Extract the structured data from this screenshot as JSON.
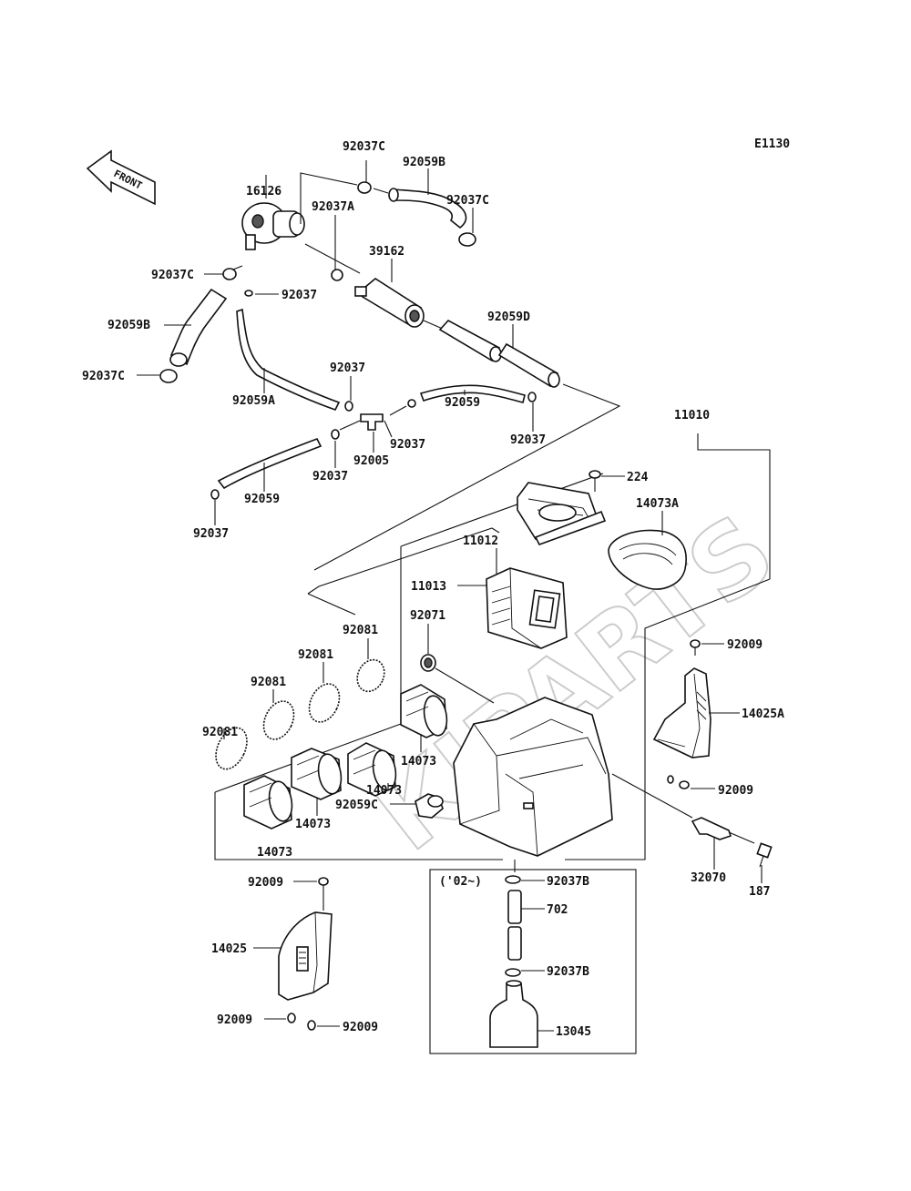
{
  "diagram_code": "E1130",
  "front_label": "FRONT",
  "watermark": "KIPARTS",
  "year_note": "('02~)",
  "labels": {
    "l_92037c_top": "92037C",
    "l_92059b_top": "92059B",
    "l_92037c_right": "92037C",
    "l_16126": "16126",
    "l_92037a": "92037A",
    "l_39162": "39162",
    "l_92037c_left": "92037C",
    "l_92037_a": "92037",
    "l_92059b_left": "92059B",
    "l_92059d": "92059D",
    "l_92037c_bottom": "92037C",
    "l_92037_b": "92037",
    "l_92059a": "92059A",
    "l_92059_right": "92059",
    "l_92037_c": "92037",
    "l_92037_d": "92037",
    "l_92005": "92005",
    "l_92037_e": "92037",
    "l_92059_left": "92059",
    "l_92037_f": "92037",
    "l_11010": "11010",
    "l_224": "224",
    "l_14073a": "14073A",
    "l_11012": "11012",
    "l_11013": "11013",
    "l_92081_a": "92081",
    "l_92071": "92071",
    "l_92081_b": "92081",
    "l_92081_c": "92081",
    "l_92081_d": "92081",
    "l_92009_a": "92009",
    "l_14025a": "14025A",
    "l_14073_a": "14073",
    "l_14073_b": "14073",
    "l_92009_b": "92009",
    "l_92059c": "92059C",
    "l_14073_c": "14073",
    "l_14073_d": "14073",
    "l_92037b_a": "92037B",
    "l_32070": "32070",
    "l_187": "187",
    "l_92009_c": "92009",
    "l_702": "702",
    "l_14025": "14025",
    "l_92037b_b": "92037B",
    "l_13045": "13045",
    "l_92009_d": "92009",
    "l_92009_e": "92009"
  }
}
